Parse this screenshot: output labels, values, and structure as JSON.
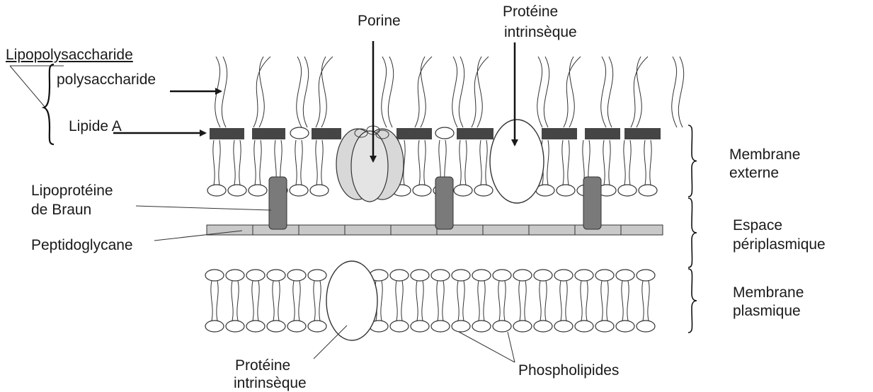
{
  "labels": {
    "lipopolysaccharide": "Lipopolysaccharide",
    "polysaccharide": "polysaccharide",
    "lipide_a": "Lipide A",
    "porine": "Porine",
    "proteine_top_1": "Protéine",
    "proteine_top_2": "intrinsèque",
    "lipoproteine_1": "Lipoprotéine",
    "lipoproteine_2": "de Braun",
    "peptidoglycane": "Peptidoglycane",
    "membrane_externe_1": "Membrane",
    "membrane_externe_2": "externe",
    "espace_1": "Espace",
    "espace_2": "périplasmique",
    "membrane_plasmique_1": "Membrane",
    "membrane_plasmique_2": "plasmique",
    "proteine_bottom_1": "Protéine",
    "proteine_bottom_2": "intrinsèque",
    "phospholipides": "Phospholipides"
  },
  "colors": {
    "line": "#333333",
    "lps_block": "#454545",
    "porin_fill": "#d8d8d8",
    "lipoprotein_fill": "#7a7a7a",
    "peptidoglycan_fill": "#c9c9c9"
  }
}
